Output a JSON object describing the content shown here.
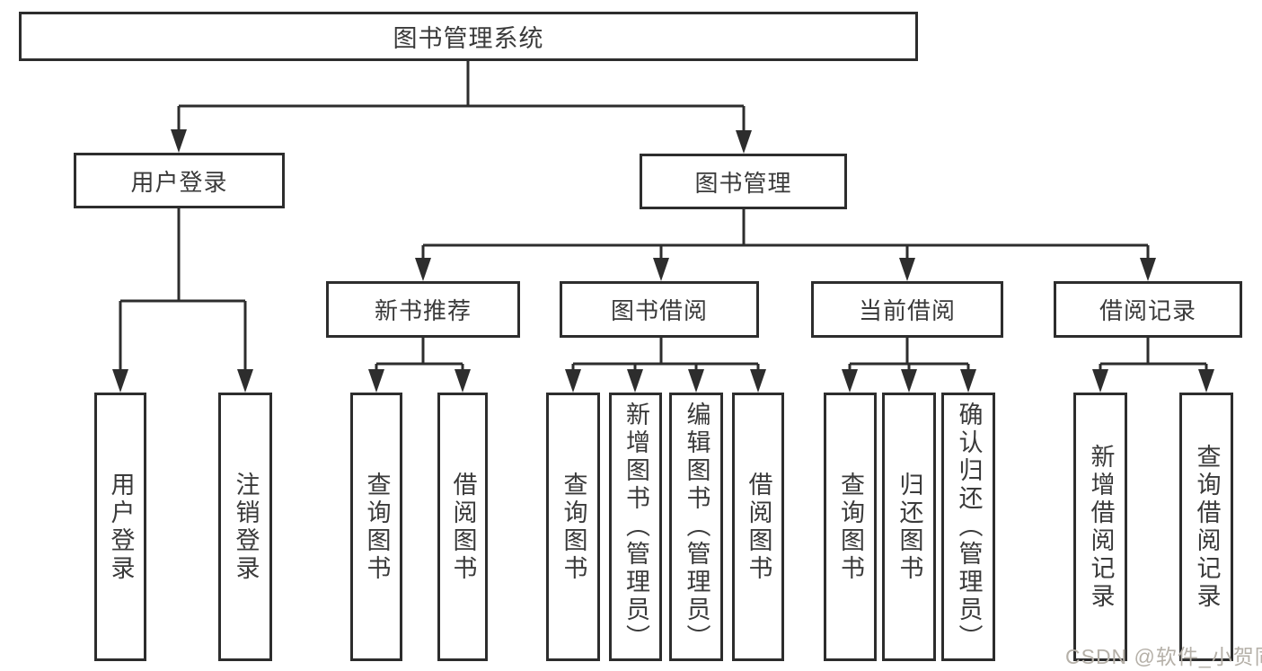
{
  "watermark": "CSDN @软件_小贺同学",
  "colors": {
    "line": "#2d2d2d",
    "text": "#3a3a3a",
    "watermark": "#b5b0a8",
    "background": "#ffffff"
  },
  "nodes": {
    "root": "图书管理系统",
    "login_branch": "用户登录",
    "mgmt_branch": "图书管理",
    "login_leaves": [
      "用户登录",
      "注销登录"
    ],
    "mgmt_sections": [
      {
        "label": "新书推荐",
        "leaves": [
          "查询图书",
          "借阅图书"
        ]
      },
      {
        "label": "图书借阅",
        "leaves": [
          "查询图书",
          "新增图书（管理员）",
          "编辑图书（管理员）",
          "借阅图书"
        ]
      },
      {
        "label": "当前借阅",
        "leaves": [
          "查询图书",
          "归还图书",
          "确认归还（管理员）"
        ]
      },
      {
        "label": "借阅记录",
        "leaves": [
          "新增借阅记录",
          "查询借阅记录"
        ]
      }
    ]
  }
}
